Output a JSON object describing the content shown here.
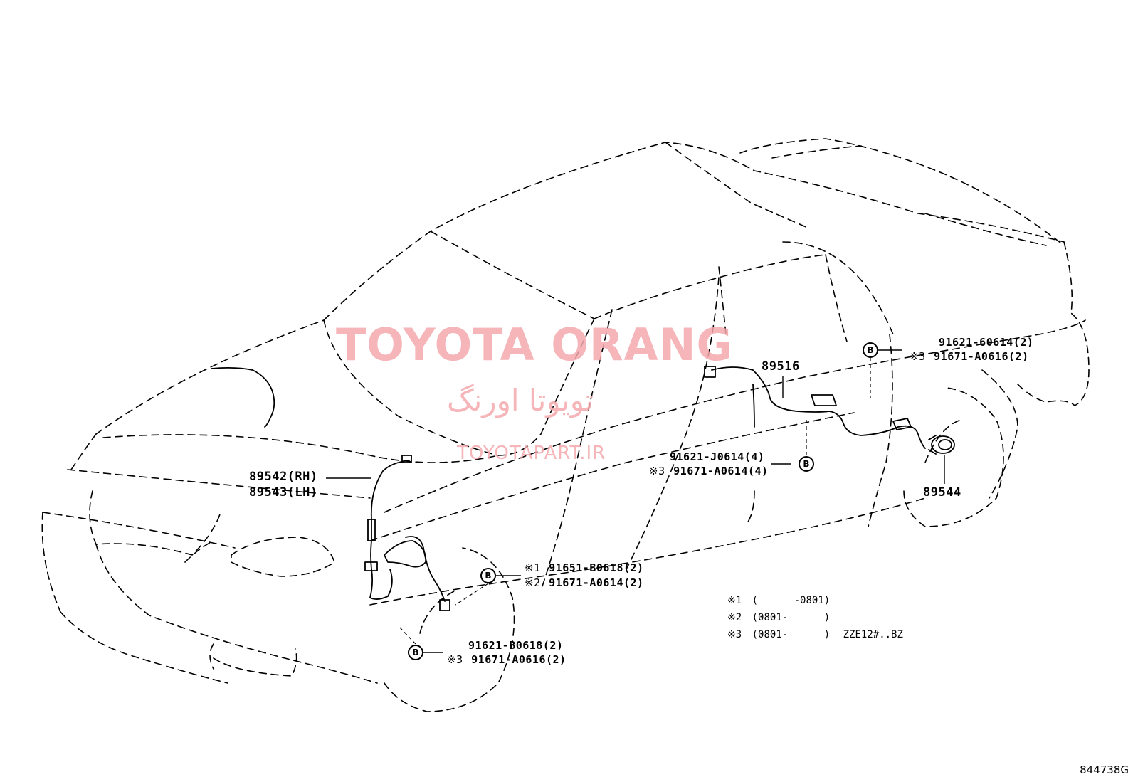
{
  "watermark": {
    "title": "TOYOTA ORANG",
    "persian": "تویوتا اورنگ",
    "url": "TOYOTAPART.IR",
    "color": "#f4a9ad"
  },
  "parts": {
    "front_sensor_rh": "89542(RH)",
    "front_sensor_lh": "89543(LH)",
    "rear_wire": "89516",
    "rear_sensor": "89544"
  },
  "fasteners": {
    "rear_upper_mark": "※3",
    "rear_upper_1": "91621-60614(2)",
    "rear_upper_2": "91671-A0616(2)",
    "mid_mark": "※3",
    "mid_1": "91621-J0614(4)",
    "mid_2": "91671-A0614(4)",
    "front_upper_mark_1": "※1",
    "front_upper_1": "91651-B0618(2)",
    "front_upper_mark_2": "※2",
    "front_upper_2": "91671-A0614(2)",
    "front_lower_mark": "※3",
    "front_lower_1": "91621-B0618(2)",
    "front_lower_2": "91671-A0616(2)"
  },
  "bolt_symbol": "B",
  "notes": [
    {
      "mark": "※1",
      "range": "(      -0801)",
      "extra": ""
    },
    {
      "mark": "※2",
      "range": "(0801-      )",
      "extra": ""
    },
    {
      "mark": "※3",
      "range": "(0801-      )",
      "extra": "ZZE12#..BZ"
    }
  ],
  "diagram_code": "844738G"
}
